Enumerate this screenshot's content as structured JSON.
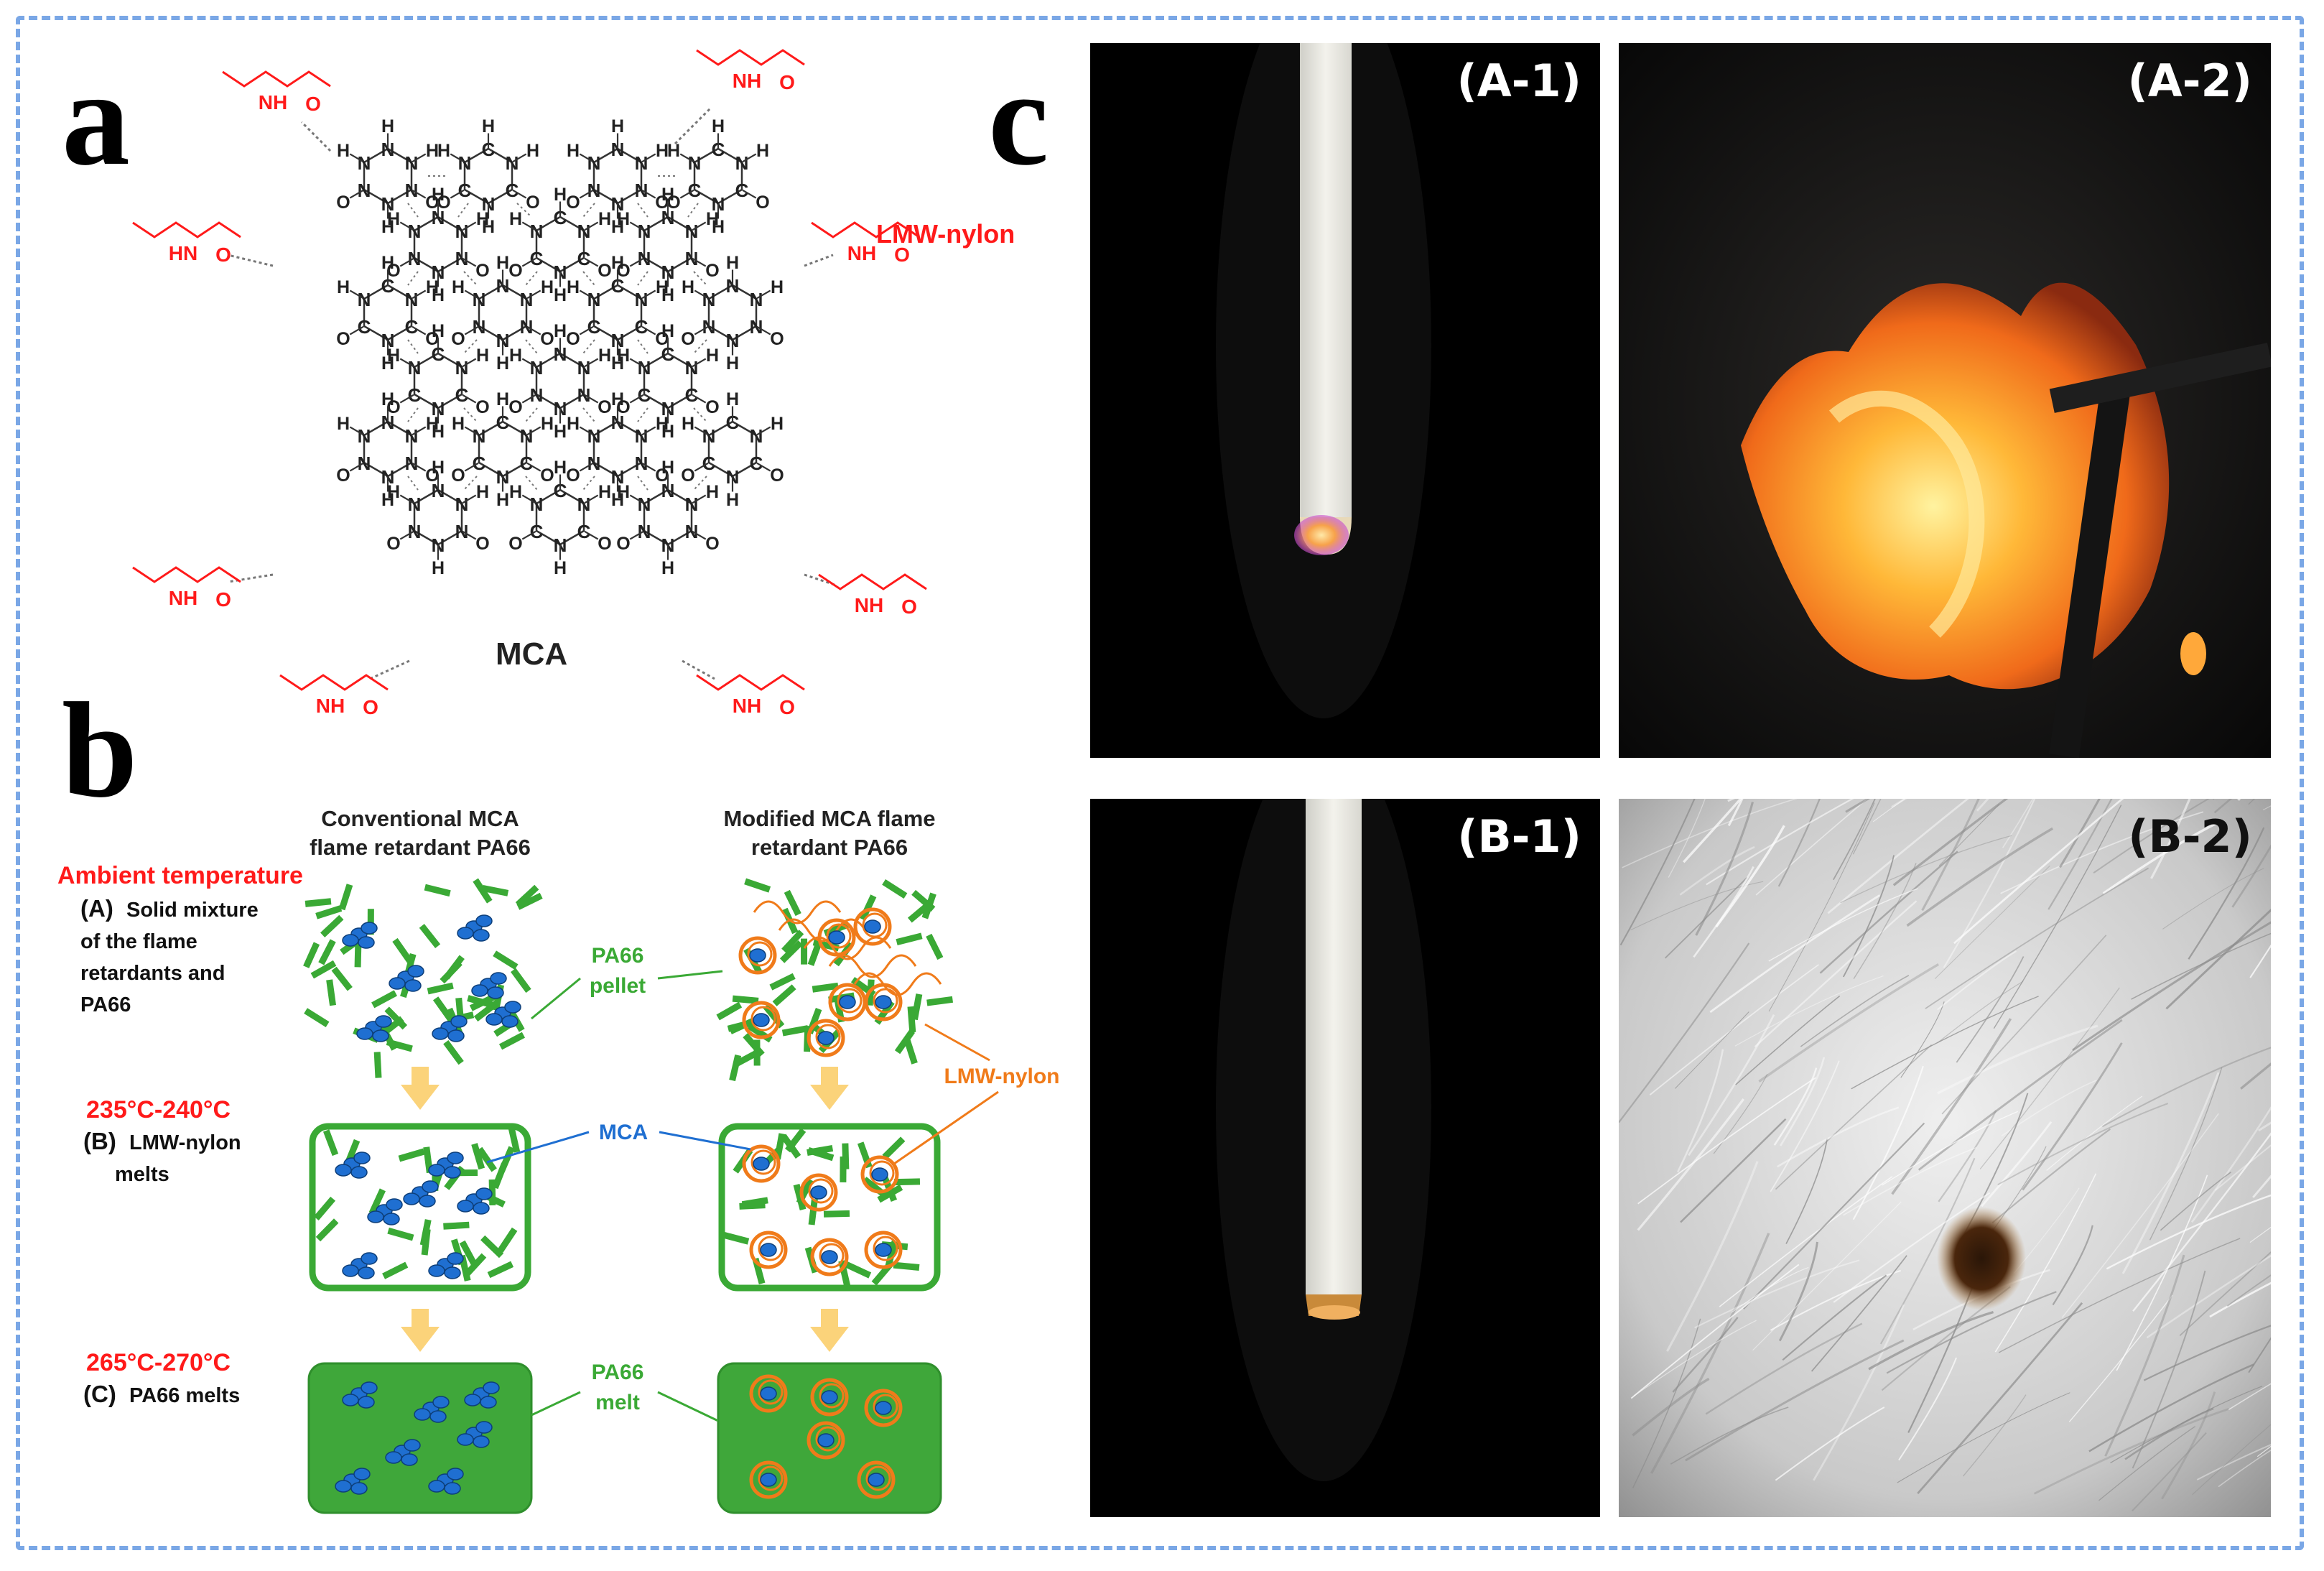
{
  "panel_labels": {
    "a": "a",
    "b": "b",
    "c": "c"
  },
  "panel_a": {
    "center_label": "MCA",
    "lmw_label": "LMW-nylon",
    "atoms": {
      "H": "H",
      "N": "N",
      "O": "O",
      "C": "C",
      "HN": "HN",
      "NH": "NH"
    }
  },
  "panel_b": {
    "col_headers": {
      "left": [
        "Conventional MCA",
        "flame retardant PA66"
      ],
      "right": [
        "Modified MCA flame",
        "retardant PA66"
      ]
    },
    "stages": [
      {
        "temp": "Ambient temperature",
        "tag": "(A)",
        "desc": [
          "Solid mixture",
          "of the flame",
          "retardants and",
          "PA66"
        ]
      },
      {
        "temp": "235°C-240°C",
        "tag": "(B)",
        "desc": [
          "LMW-nylon",
          "melts"
        ]
      },
      {
        "temp": "265°C-270°C",
        "tag": "(C)",
        "desc": [
          "PA66 melts"
        ]
      }
    ],
    "callouts": {
      "pa66_pellet": [
        "PA66",
        "pellet"
      ],
      "lmw_nylon": "LMW-nylon",
      "mca": "MCA",
      "pa66_melt": [
        "PA66",
        "melt"
      ]
    },
    "colors": {
      "temp_red": "#ff1a1a",
      "green": "#3aa935",
      "blue": "#1f6fd1",
      "orange": "#f07b1a",
      "arrow_yellow": "#fbd37a"
    }
  },
  "panel_c": {
    "photos": [
      {
        "label": "(A-1)"
      },
      {
        "label": "(A-2)"
      },
      {
        "label": "(B-1)"
      },
      {
        "label": "(B-2)"
      }
    ]
  }
}
